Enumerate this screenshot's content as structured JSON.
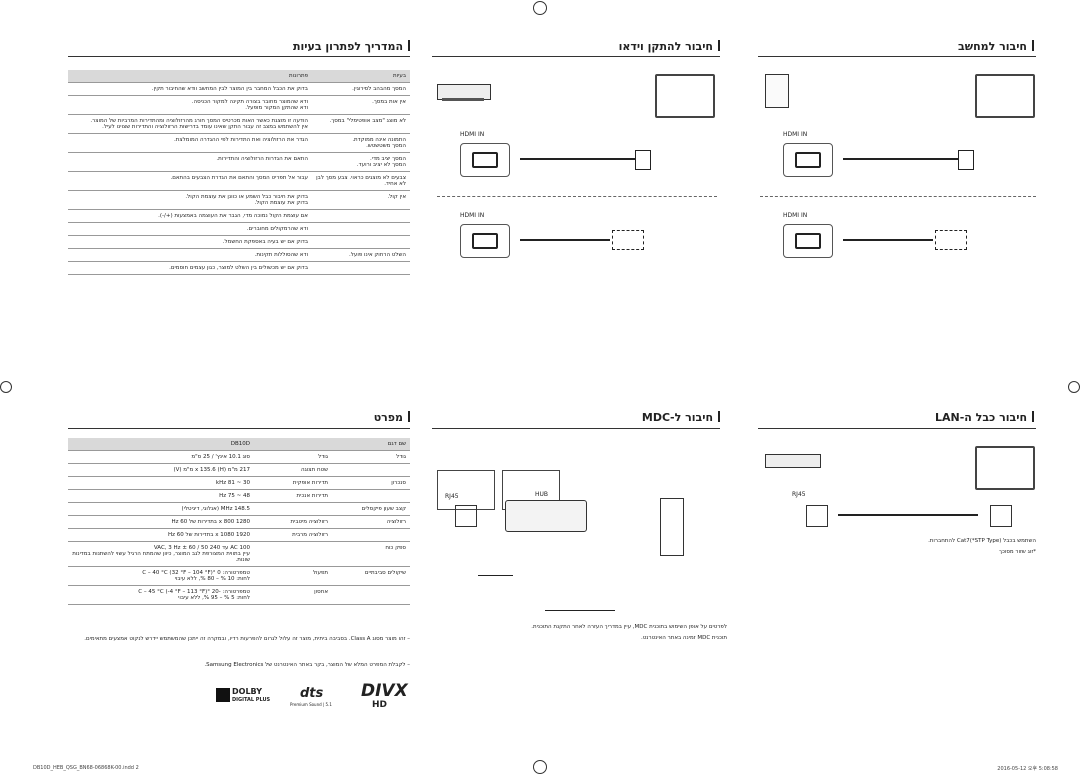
{
  "sections": {
    "pc": "חיבור למחשב",
    "video": "חיבור להתקן וידאו",
    "troubleshoot": "המדריך לפתרון בעיות",
    "lan": "חיבור כבל ה-LAN",
    "mdc": "חיבור ל-MDC",
    "specs": "מפרט"
  },
  "hdmi": {
    "label": "HDMI IN"
  },
  "trouble": {
    "headers": [
      "בעיות",
      "פתרונות"
    ],
    "rows": [
      [
        "המסך מהבהב לסירוגין.",
        "בדוק את הכבל המחבר בין המוצר לבין המחשב וודא שהחיבור תקין."
      ],
      [
        "אין אות במסך.",
        "ודא שהמוצר מחובר בצורה תקינה למקור הכניסה.\nודא שהתקן המקור מופעל."
      ],
      [
        "לא מוצג \"מצב אופטימלי\" במסך.",
        "הודעה זו מוצגת כאשר האות מכרטיס המסך חורג מהרזולוציה ומהתדירות המרביות של המוצר.\nאין להשתמש במצב זה עבור התקן שאינו עומד בדרישות הרזולוציה והתדירות שצוינו לעיל."
      ],
      [
        "התמונה אינה ממוקדת.\nהמסך משטשטש.",
        "הגדר את הרזולוציה ואת התדירות לפי ההגדרה המומלצת."
      ],
      [
        "המסך יציב מדי.\nהמסך לא יציב ורועד.",
        "התאם את הגדרות הרזולוציה והתדירות."
      ],
      [
        "צבעים לא מוצגים כראוי. צבע מסך לבן לא אחיד.",
        "עבור אל תפריט המסך והתאם את הגדרת הצבעים בהתאם."
      ],
      [
        "אין קול.",
        "בדוק את חיבור כבל השמע או כוונן את עוצמת הקול.\nבדוק את עוצמת הקול."
      ],
      [
        "",
        "אם עוצמת הקול נמוכה מדי, הגבר את העוצמה באמצעות (+/-)."
      ],
      [
        "",
        "ודא שהרמקולים מחוברים."
      ],
      [
        "",
        "בדוק אם יש בעיה באספקת החשמל."
      ],
      [
        "השלט הרחוק אינו פועל.",
        "ודא שהסוללות תקינות."
      ],
      [
        "",
        "בדוק אם יש מכשולים בין השלט למוצר, כגון עצמים חוסמים."
      ]
    ]
  },
  "lan": {
    "port": "RJ45",
    "note": "השתמש בכבל Cat7(*STP Type) להתחברות.",
    "note2": "*זוג שזור מסוכך"
  },
  "mdc": {
    "port": "RJ45",
    "hub": "HUB",
    "note": "לפרטים על אופן השימוש בתוכנית MDC, עיין במדריך העזרה לאחר התקנת התוכנית.",
    "note2": "תוכנית MDC זמינה באתר האינטרנט."
  },
  "specs": {
    "header_left": "שם דגם",
    "header_right": "DB10D",
    "rows": [
      [
        "גודל",
        "גודל",
        "סוג 10.1 אינץ' / 25 ס\"מ"
      ],
      [
        "",
        "שטח תצוגה",
        "217 מ\"מ (H) x 135.6 מ\"מ (V)"
      ],
      [
        "סנכרון",
        "תדירות אופקית",
        "30 ~ 81 kHz"
      ],
      [
        "",
        "תדירות אנכית",
        "48 ~ 75 Hz"
      ],
      [
        "קצב שעון פיקסלים",
        "",
        "148.5 MHz (אנלוגי, דיגיטלי)"
      ],
      [
        "רזולוציה",
        "רזולוציה מיטבית",
        "1280 x 800 בתדירות של 60 Hz"
      ],
      [
        "",
        "רזולוציה מרבית",
        "1920 x 1080 בתדירות של 60 Hz"
      ],
      [
        "ספק כוח",
        "",
        "AC 100 עד 240 VAC, 3 Hz ± 60 / 50\nעיין בתווית המצורפת לגב המוצר, כיוון שהמתח הרגיל עשוי להשתנות במדינות שונות."
      ],
      [
        "שיקולים סביבתיים",
        "תפעול",
        "טמפרטורה: 0 °C – 40 °C (32 °F – 104 °F)\nלחות: 10 % – 80 %, ללא עיבוי"
      ],
      [
        "",
        "אחסון",
        "טמפרטורה: -20 °C – 45 °C (-4 °F – 113 °F)\nלחות: 5 % – 95 %, ללא עיבוי"
      ]
    ],
    "note1": "– זהו מוצר מסוג Class A. בסביבה ביתית, מוצר זה עלול לגרום להפרעות רדיו, ובמקרה זה ייתכן שהמשתמש יידרש לנקוט אמצעים מתאימים.",
    "note1b": "לנקוט אמצעים מתאימים.",
    "note2": "– לקבלת המפרט המלא של המוצר, בקר באתר האינטרנט של Samsung Electronics."
  },
  "logos": {
    "divx": "DIVX",
    "divx_hd": "HD",
    "dts": "dts",
    "dts_sub": "Premium Sound | 5.1",
    "dolby": "DOLBY",
    "dolby_sub": "DIGITAL PLUS"
  },
  "footer": {
    "left": "DB10D_HEB_QSG_BN68-06868K-00.indd   2",
    "right": "2016-05-12   오후 5:08:58"
  }
}
